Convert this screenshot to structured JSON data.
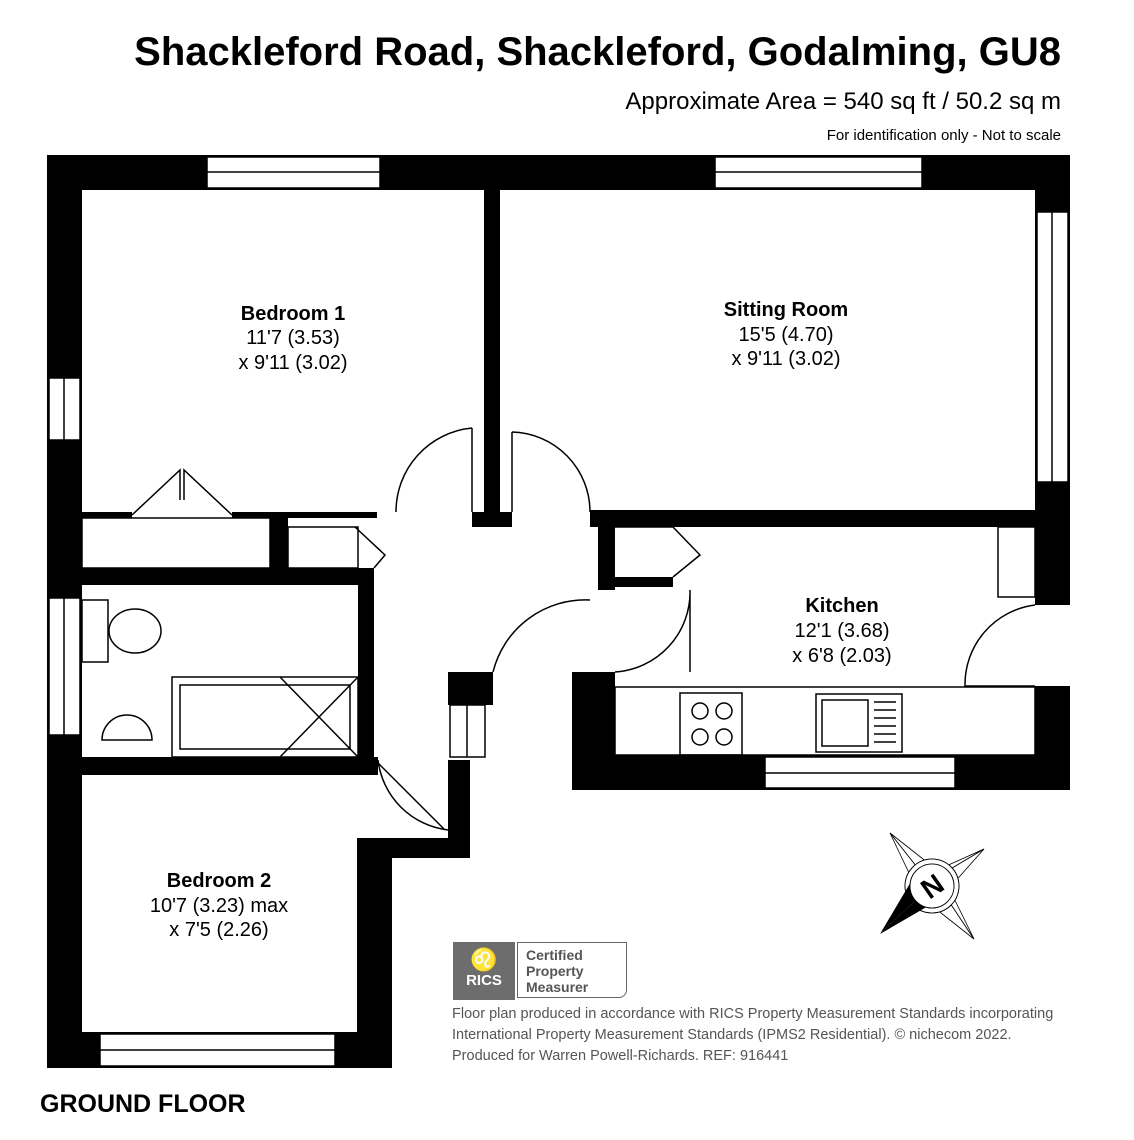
{
  "header": {
    "title": "Shackleford Road, Shackleford, Godalming, GU8",
    "area": "Approximate Area = 540 sq ft / 50.2 sq m",
    "note": "For identification only - Not to scale"
  },
  "rooms": [
    {
      "name": "Bedroom 1",
      "dim1": "11'7 (3.53)",
      "dim2": "x 9'11 (3.02)"
    },
    {
      "name": "Sitting Room",
      "dim1": "15'5 (4.70)",
      "dim2": "x 9'11 (3.02)"
    },
    {
      "name": "Kitchen",
      "dim1": "12'1 (3.68)",
      "dim2": "x 6'8 (2.03)"
    },
    {
      "name": "Bedroom 2",
      "dim1": "10'7 (3.23) max",
      "dim2": "x 7'5 (2.26)"
    }
  ],
  "compass": {
    "label": "N"
  },
  "badge": {
    "org": "RICS",
    "line1": "Certified",
    "line2": "Property",
    "line3": "Measurer"
  },
  "footer": {
    "line1": "Floor plan produced in accordance with RICS Property Measurement Standards incorporating",
    "line2": "International Property Measurement Standards (IPMS2 Residential).   © nichecom 2022.",
    "line3": "Produced for Warren Powell-Richards.   REF:  916441"
  },
  "floor_label": "GROUND FLOOR"
}
